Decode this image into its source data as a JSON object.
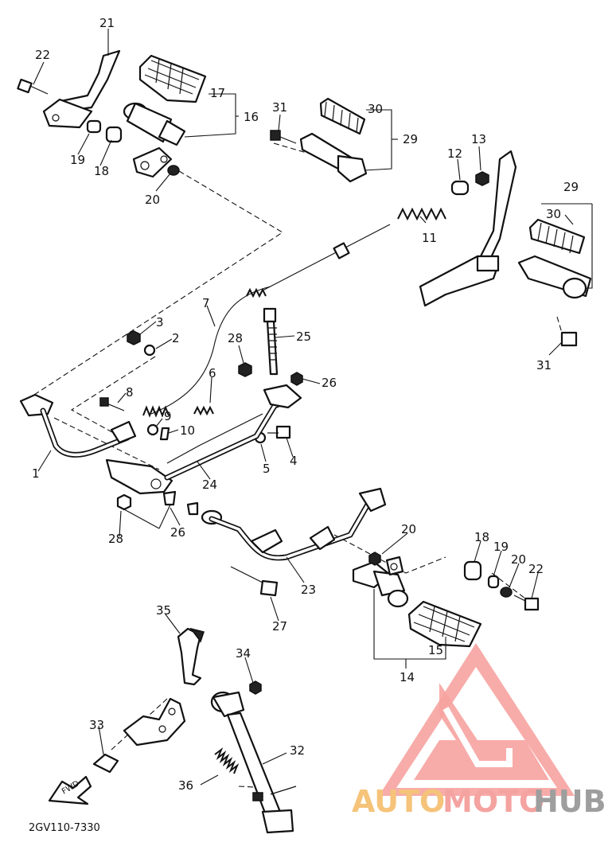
{
  "diagram_code": "2GV110-7330",
  "logo": {
    "word1": "AUTO",
    "word2": "MOTO",
    "word3": "HUB",
    "color1": "#f5c37a",
    "color2": "#f4a3a0",
    "color3": "#9e9e9e"
  },
  "fwd_label": "FWD",
  "callouts": {
    "c1": "1",
    "c2": "2",
    "c3": "3",
    "c4": "4",
    "c5": "5",
    "c6": "6",
    "c7": "7",
    "c8": "8",
    "c9": "9",
    "c10": "10",
    "c11": "11",
    "c12": "12",
    "c13": "13",
    "c14": "14",
    "c15": "15",
    "c16": "16",
    "c17": "17",
    "c18a": "18",
    "c18b": "18",
    "c19a": "19",
    "c19b": "19",
    "c20a": "20",
    "c20b": "20",
    "c20c": "20",
    "c21": "21",
    "c22a": "22",
    "c22b": "22",
    "c23": "23",
    "c24": "24",
    "c25": "25",
    "c26a": "26",
    "c26b": "26",
    "c27": "27",
    "c28a": "28",
    "c28b": "28",
    "c29a": "29",
    "c29b": "29",
    "c30a": "30",
    "c30b": "30",
    "c31a": "31",
    "c31b": "31",
    "c32": "32",
    "c33": "33",
    "c34": "34",
    "c35": "35",
    "c36": "36"
  }
}
